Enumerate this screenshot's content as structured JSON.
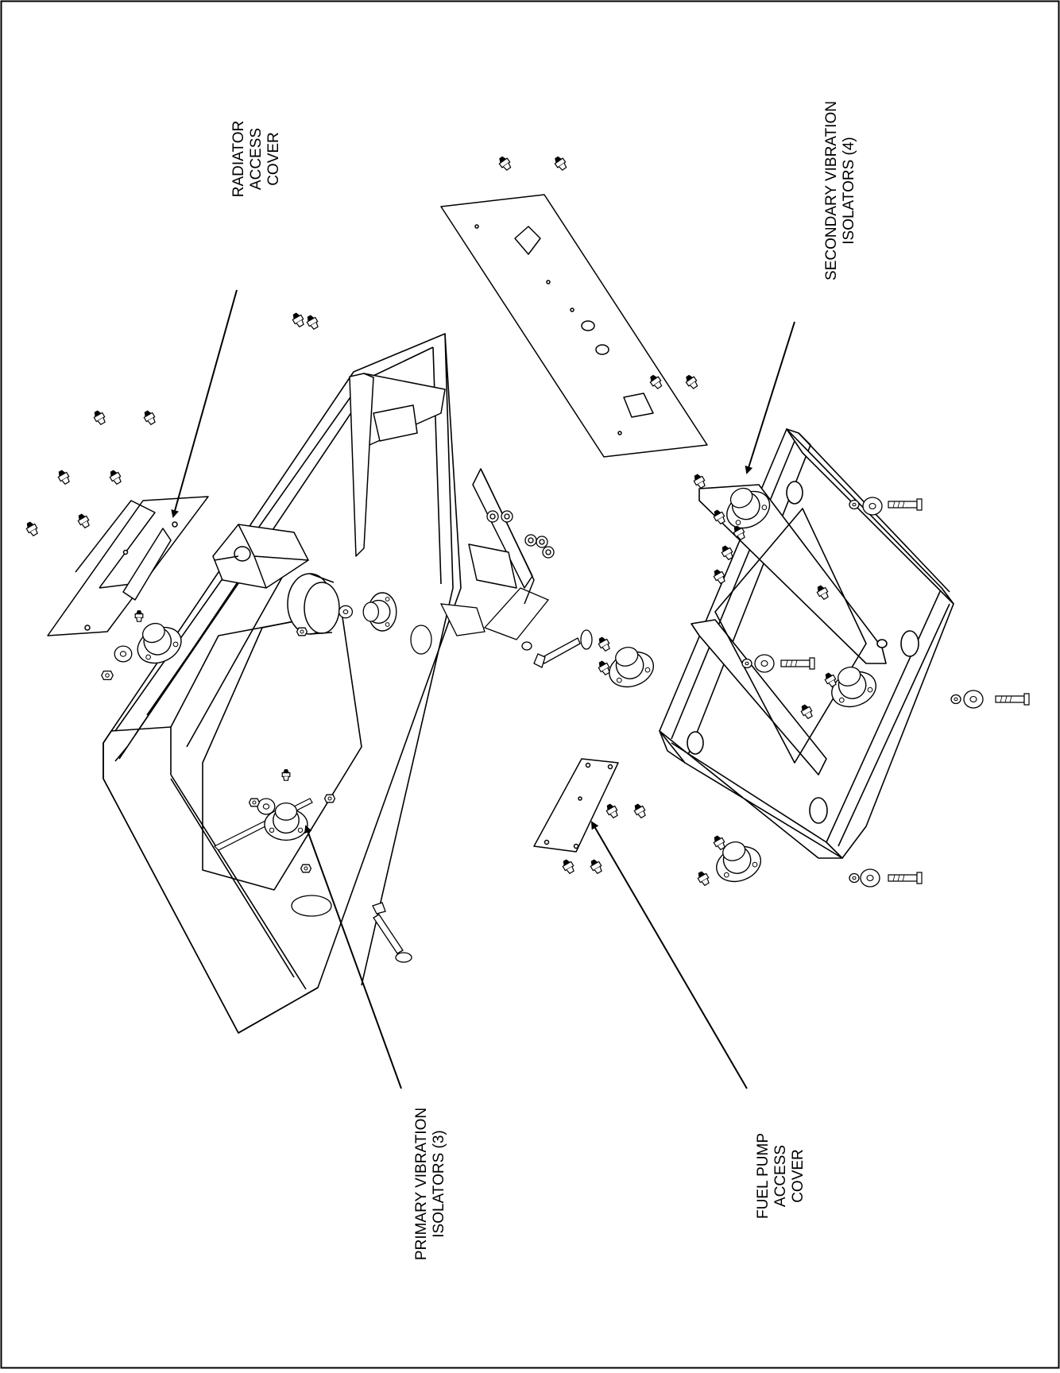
{
  "labels": {
    "radiator_access_cover": [
      "RADIATOR",
      "ACCESS",
      "COVER"
    ],
    "secondary_vibration_isolators": [
      "SECONDARY VIBRATION",
      "ISOLATORS (4)"
    ],
    "primary_vibration_isolators": [
      "PRIMARY VIBRATION",
      "ISOLATORS (3)"
    ],
    "fuel_pump_access_cover": [
      "FUEL PUMP",
      "ACCESS",
      "COVER"
    ]
  }
}
